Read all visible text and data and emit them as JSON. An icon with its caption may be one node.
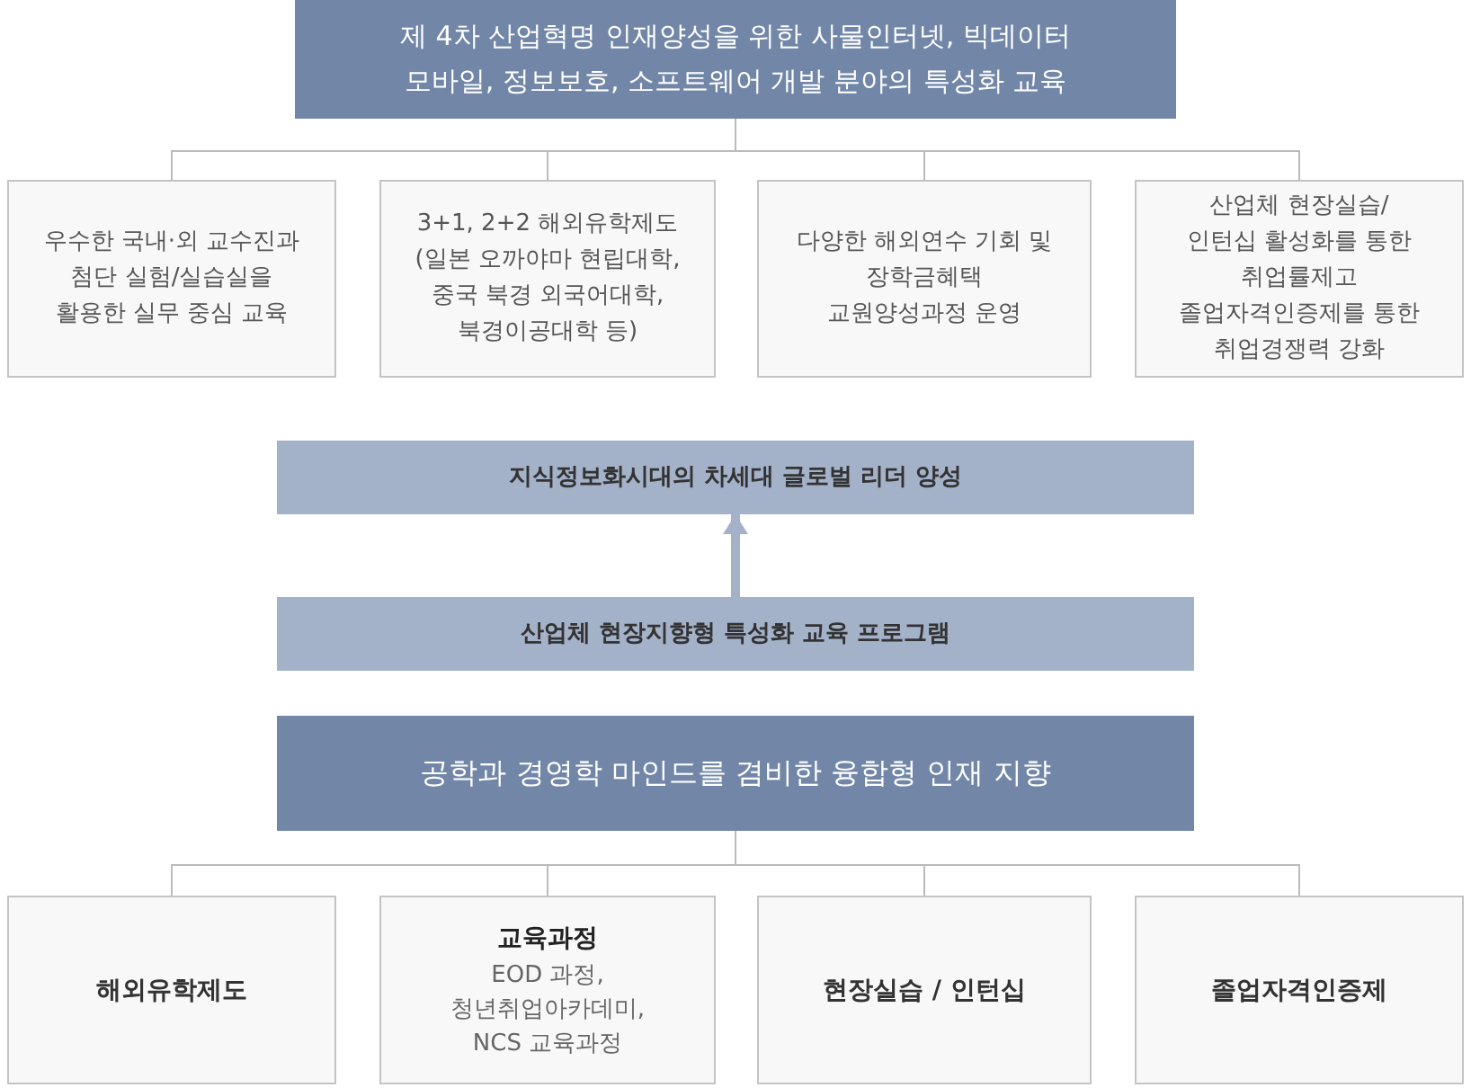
{
  "diagram": {
    "nodes": [
      {
        "text": [
          "제 4차 산업혁명 인재양성을 위한 사물인터넷, 빅데이터 모바일, 정보보호, 소프트웨어 개발 분야의 특성화 교육"
        ]
      },
      {
        "text": [
          "우수한 국내·외 교수진과 첨단 실험/실습실을 활용한 실무 중심 교육"
        ]
      },
      {
        "text": [
          "3+1, 2+2 해외유학제도 (일본 오까야마 현립대학, 중국 북경 외국어대학, 북경이공대학 등)"
        ]
      },
      {
        "text": [
          "다양한 해외연수 기회 및 장학금혜택 교원양성과정 운영"
        ]
      },
      {
        "text": [
          "산업체 현장실습/ 인턴십 활성화를 통한 취업률제고 졸업자격인증제를 통한 취업경쟁력 강화"
        ]
      },
      {
        "text": [
          "지식정보화시대의 차세대 글로벌 리더 양성"
        ]
      },
      {
        "text": [
          "산업체 현장지향형 특성화 교육 프로그램"
        ]
      },
      {
        "text": [
          "공학과 경영학 마인드를 겸비한 융합형 인재 지향"
        ]
      },
      {
        "text": [
          "해외유학제도"
        ]
      },
      {
        "text": [
          "교육과정",
          "EOD 과정, 청년취업아카데미, NCS 교육과정"
        ]
      },
      {
        "text": [
          "현장실습 / 인턴십"
        ]
      },
      {
        "text": [
          "졸업자격인증제"
        ]
      }
    ],
    "edges": [
      {
        "from": 0,
        "to": 1,
        "arrow": "none"
      },
      {
        "from": 0,
        "to": 2,
        "arrow": "none"
      },
      {
        "from": 0,
        "to": 3,
        "arrow": "none"
      },
      {
        "from": 0,
        "to": 4,
        "arrow": "none"
      },
      {
        "from": 6,
        "to": 5,
        "arrow": "to",
        "style": "thick",
        "color": "#a4b2c9"
      },
      {
        "from": 7,
        "to": 8,
        "arrow": "none"
      },
      {
        "from": 7,
        "to": 9,
        "arrow": "none"
      },
      {
        "from": 7,
        "to": 10,
        "arrow": "none"
      },
      {
        "from": 7,
        "to": 11,
        "arrow": "none"
      }
    ]
  }
}
